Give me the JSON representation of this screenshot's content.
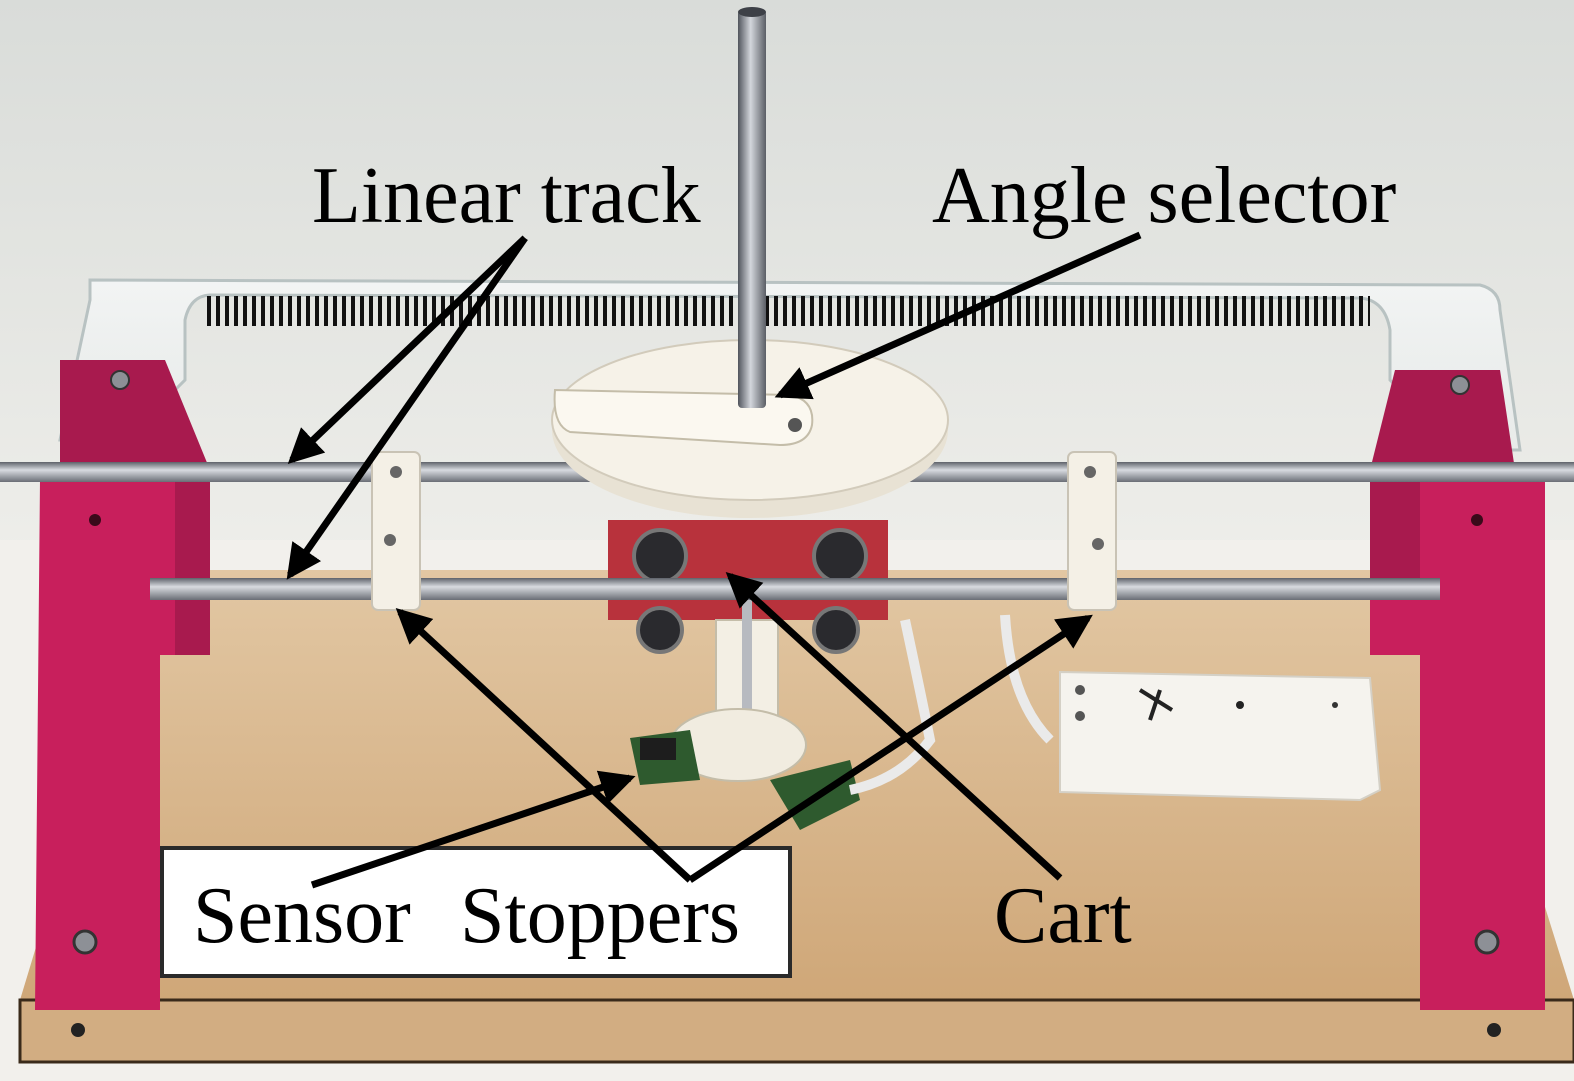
{
  "labels": {
    "linear_track": "Linear track",
    "angle_selector": "Angle selector",
    "sensor": "Sensor",
    "stoppers": "Stoppers",
    "cart": "Cart"
  },
  "colors": {
    "wall": "#e6e6e2",
    "magenta_support": "#c8215e",
    "wood_base": "#d8b48a",
    "white_parts": "#f4f0e6",
    "steel_rod": "#9a9ea6",
    "cart_red": "#b9333f"
  }
}
